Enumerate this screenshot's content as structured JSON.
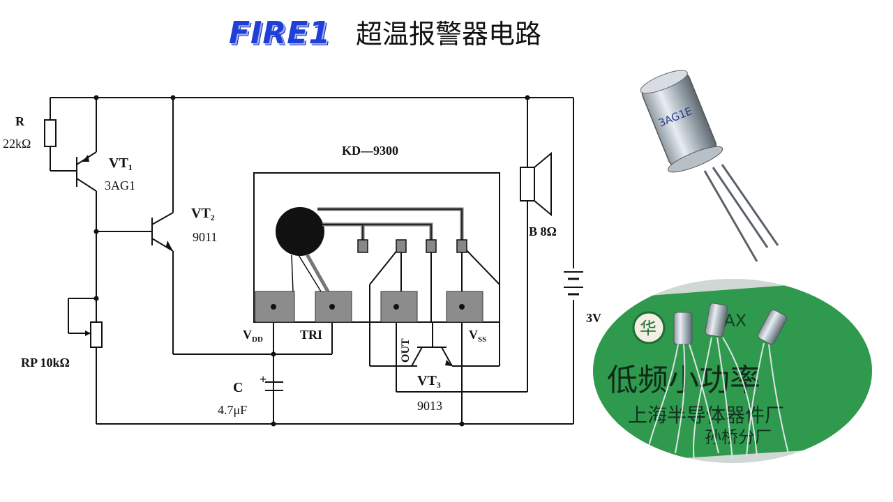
{
  "logo": {
    "text": "FIRE1"
  },
  "title": "超温报警器电路",
  "labels": {
    "r": "R",
    "r_value": "22kΩ",
    "vt1": "VT",
    "vt1_sub": "1",
    "vt1_model": "3AG1",
    "vt2": "VT",
    "vt2_sub": "2",
    "vt2_model": "9011",
    "chip": "KD—9300",
    "speaker": "B 8Ω",
    "battery": "3V",
    "rp": "RP 10kΩ",
    "vdd": "V",
    "vdd_sub": "DD",
    "tri": "TRI",
    "out": "OUT",
    "vss": "V",
    "vss_sub": "SS",
    "vt3": "VT",
    "vt3_sub": "3",
    "vt3_model": "9013",
    "cap": "C",
    "cap_value": "4.7μF",
    "cap_plus": "+"
  },
  "photo": {
    "transistor_marking": "3AG1E",
    "package_text_1": "低频小功率",
    "package_text_2": "上海半导体器件厂",
    "package_text_3": "孙桥分厂",
    "package_badge": "华",
    "package_code": "3AX"
  },
  "colors": {
    "logo": "#1f3fd6",
    "line": "#111111",
    "chip_pad": "#8c8c8c",
    "package_green": "#2f9a4e"
  }
}
